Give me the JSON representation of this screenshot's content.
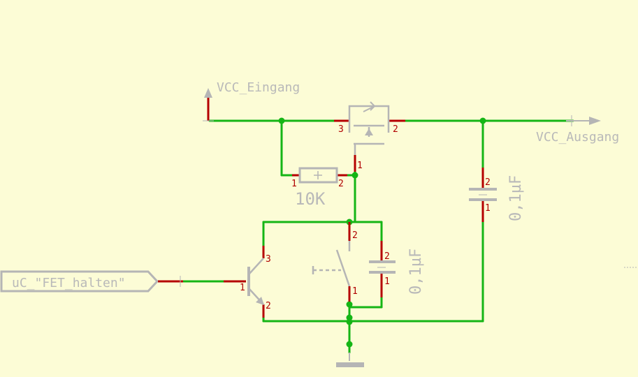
{
  "schematic": {
    "net_vcc_in": "VCC_Eingang",
    "net_vcc_out": "VCC_Ausgang",
    "net_uc": "uC_\"FET_halten\"",
    "resistor_value": "10K",
    "cap1_value": "0,1µF",
    "cap2_value": "0,1µF",
    "colors": {
      "background": "#fcfcd6",
      "wire": "#15b515",
      "pin": "#b50000",
      "symbol": "#b5b5b5"
    },
    "pins": {
      "fet_3": "3",
      "fet_2": "2",
      "fet_1": "1",
      "r_1": "1",
      "r_2": "2",
      "sw_2": "2",
      "sw_1": "1",
      "c1_2": "2",
      "c1_1": "1",
      "c2_2": "2",
      "c2_1": "1",
      "q_3": "3",
      "q_1": "1",
      "q_2": "2"
    }
  }
}
